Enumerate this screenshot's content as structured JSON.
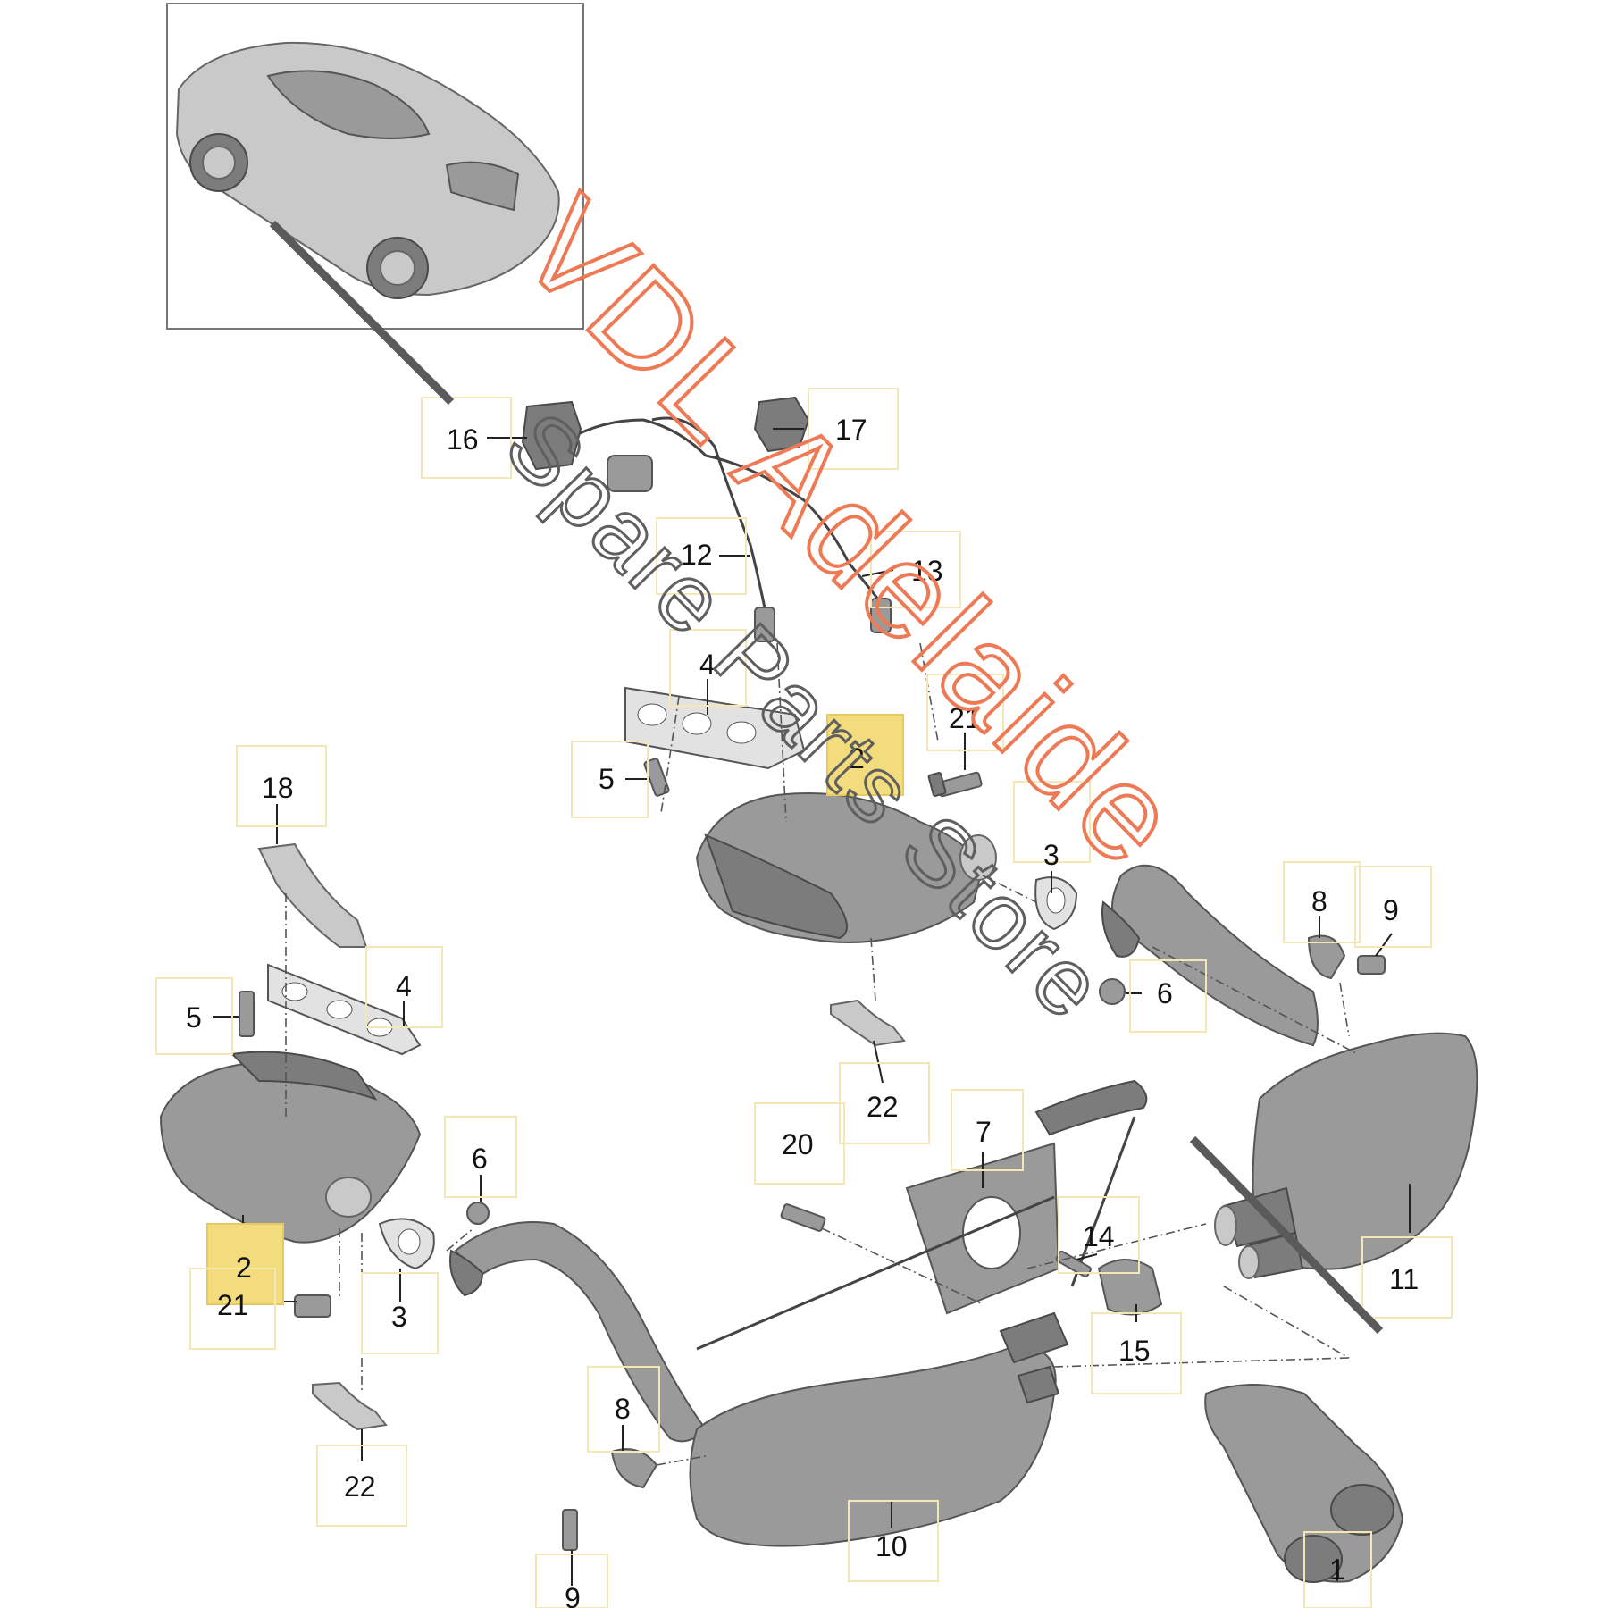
{
  "callouts": [
    {
      "id": "c16",
      "text": "16"
    },
    {
      "id": "c17",
      "text": "17"
    },
    {
      "id": "c12",
      "text": "12"
    },
    {
      "id": "c13",
      "text": "13"
    },
    {
      "id": "c4a",
      "text": "4"
    },
    {
      "id": "c2a",
      "text": "2"
    },
    {
      "id": "c21a",
      "text": "21"
    },
    {
      "id": "c5a",
      "text": "5"
    },
    {
      "id": "c3a",
      "text": "3"
    },
    {
      "id": "c18",
      "text": "18"
    },
    {
      "id": "c8a",
      "text": "8"
    },
    {
      "id": "c9a",
      "text": "9"
    },
    {
      "id": "c6a",
      "text": "6"
    },
    {
      "id": "c4b",
      "text": "4"
    },
    {
      "id": "c5b",
      "text": "5"
    },
    {
      "id": "c22a",
      "text": "22"
    },
    {
      "id": "c7",
      "text": "7"
    },
    {
      "id": "c20",
      "text": "20"
    },
    {
      "id": "c6b",
      "text": "6"
    },
    {
      "id": "c11",
      "text": "11"
    },
    {
      "id": "c14",
      "text": "14"
    },
    {
      "id": "c2b",
      "text": "2"
    },
    {
      "id": "c21b",
      "text": "21"
    },
    {
      "id": "c3b",
      "text": "3"
    },
    {
      "id": "c15",
      "text": "15"
    },
    {
      "id": "c8b",
      "text": "8"
    },
    {
      "id": "c22b",
      "text": "22"
    },
    {
      "id": "c10",
      "text": "10"
    },
    {
      "id": "c1",
      "text": "1"
    },
    {
      "id": "c9b",
      "text": "9"
    }
  ],
  "watermark": {
    "line1": "VDL Adelaide",
    "line2": "Spare Parts Store",
    "line1_color": "#ee7a55",
    "line2_color": "#5f5f5f"
  },
  "highlight_color": "#f3dc7e"
}
